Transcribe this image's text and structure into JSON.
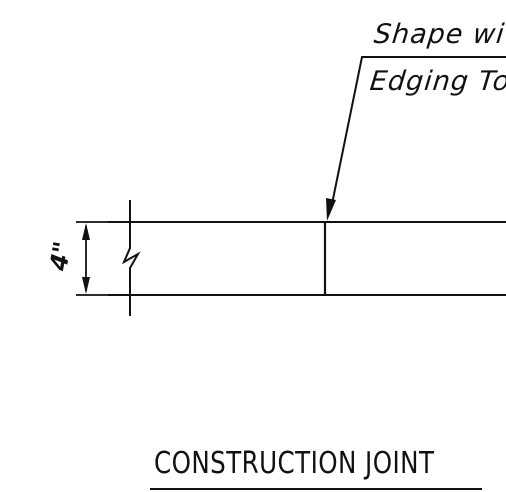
{
  "callout": {
    "line1": "Shape wit",
    "line2": "Edging To"
  },
  "dimension": {
    "thickness": "4\""
  },
  "title": "CONSTRUCTION JOINT",
  "colors": {
    "line": "#111111",
    "background": "#ffffff"
  }
}
